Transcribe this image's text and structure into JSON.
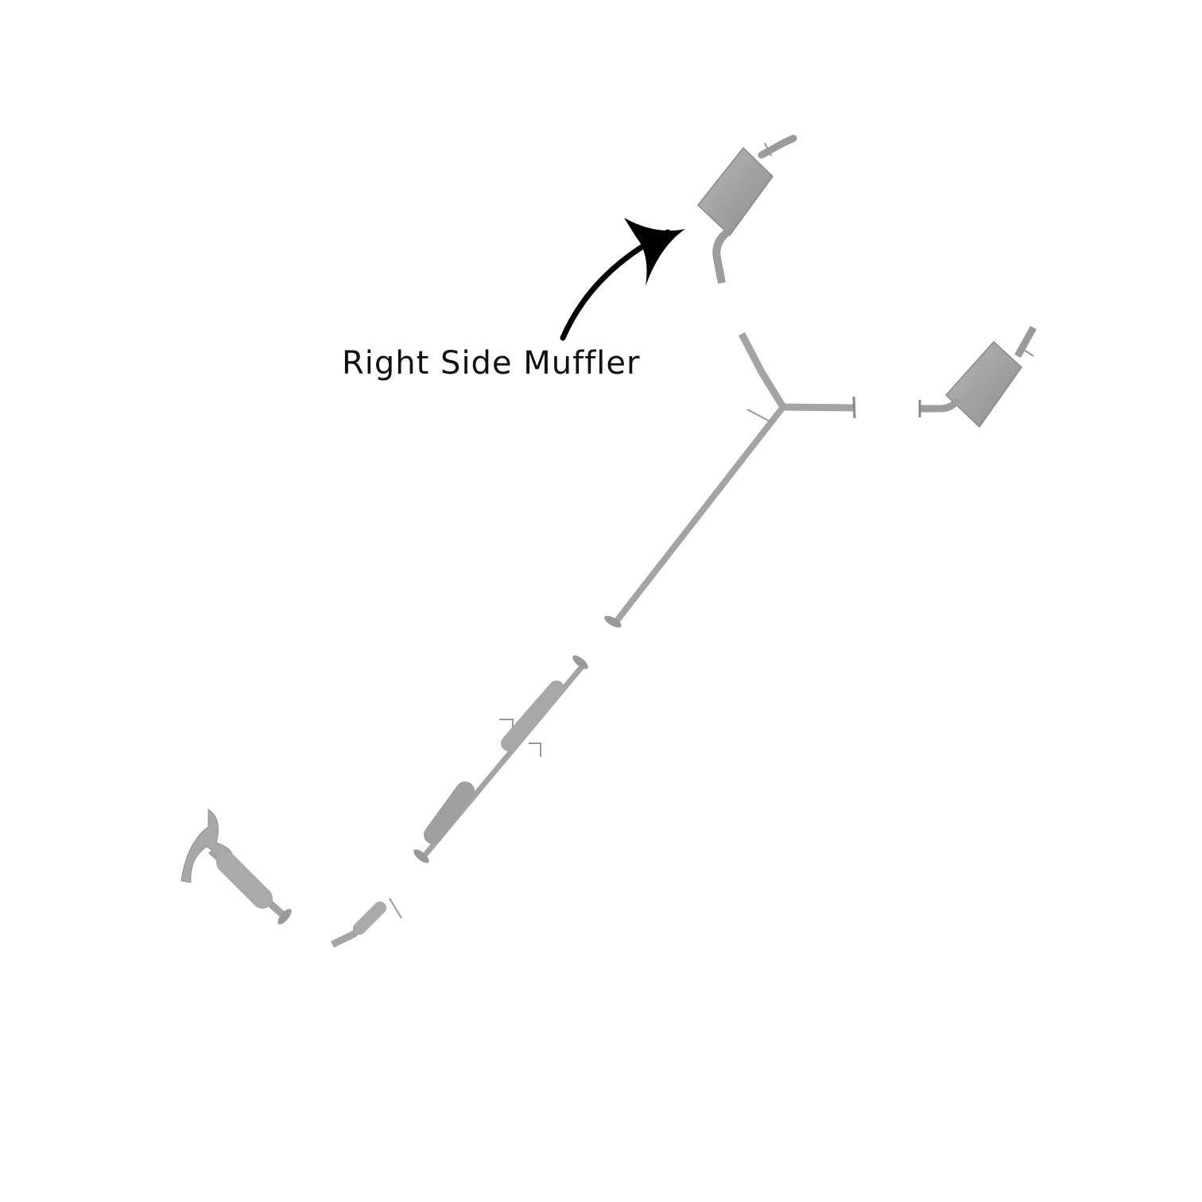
{
  "annotation": {
    "label": "Right Side Muffler",
    "arrow_color": "#000000"
  },
  "parts": [
    {
      "name": "right-side-muffler"
    },
    {
      "name": "left-side-muffler"
    },
    {
      "name": "y-pipe"
    },
    {
      "name": "resonator-and-catalytic-converter-pipe"
    },
    {
      "name": "front-catalytic-converter"
    },
    {
      "name": "exhaust-manifold"
    }
  ],
  "colors": {
    "part_fill": "#a8a8a8",
    "part_dark": "#8c8c8c",
    "background": "#ffffff"
  }
}
